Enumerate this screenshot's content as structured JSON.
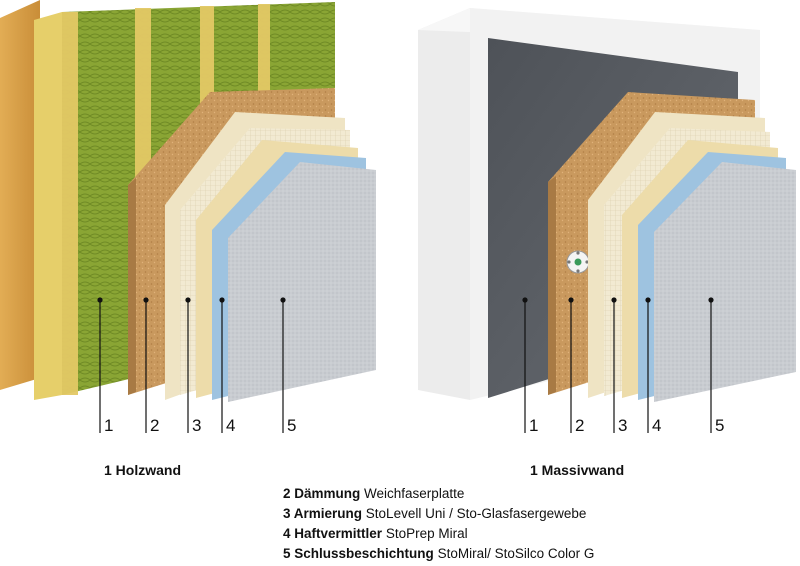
{
  "diagrams": [
    {
      "wall_title": "1 Holzwand"
    },
    {
      "wall_title": "1 Massivwand"
    }
  ],
  "callout_numbers": [
    "1",
    "2",
    "3",
    "4",
    "5"
  ],
  "legend": [
    {
      "term": "2 Dämmung",
      "desc": "Weichfaserplatte"
    },
    {
      "term": "3 Armierung",
      "desc": "StoLevell Uni / Sto-Glasfasergewebe"
    },
    {
      "term": "4 Haftvermittler",
      "desc": "StoPrep Miral"
    },
    {
      "term": "5 Schlussbeschichtung",
      "desc": "StoMiral/ StoSilco Color G"
    }
  ],
  "colors": {
    "wood": "#d9a24a",
    "osb_green": "#7f9a2e",
    "stud_yellow": "#e8d070",
    "concrete": "#555a60",
    "concrete_side": "#e8e8e8",
    "fiberboard": "#c9995e",
    "mesh": "#efe4c4",
    "primer": "#9ec3e0",
    "plaster": "#c8cbd0"
  }
}
